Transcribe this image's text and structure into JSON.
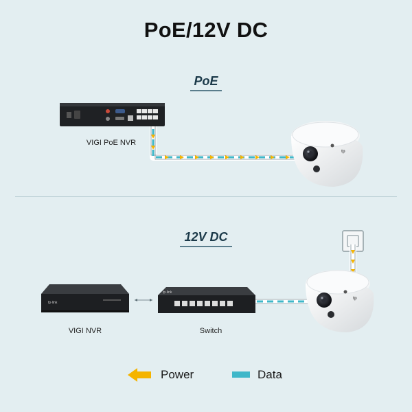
{
  "title": "PoE/12V DC",
  "sections": {
    "poe": {
      "title": "PoE",
      "nvr_label": "VIGI PoE NVR"
    },
    "dc": {
      "title": "12V DC",
      "nvr_label": "VIGI NVR",
      "switch_label": "Switch"
    }
  },
  "legend": {
    "power_label": "Power",
    "data_label": "Data"
  },
  "colors": {
    "power": "#f5b400",
    "data": "#3fb7c9",
    "background": "#e3eef1"
  }
}
